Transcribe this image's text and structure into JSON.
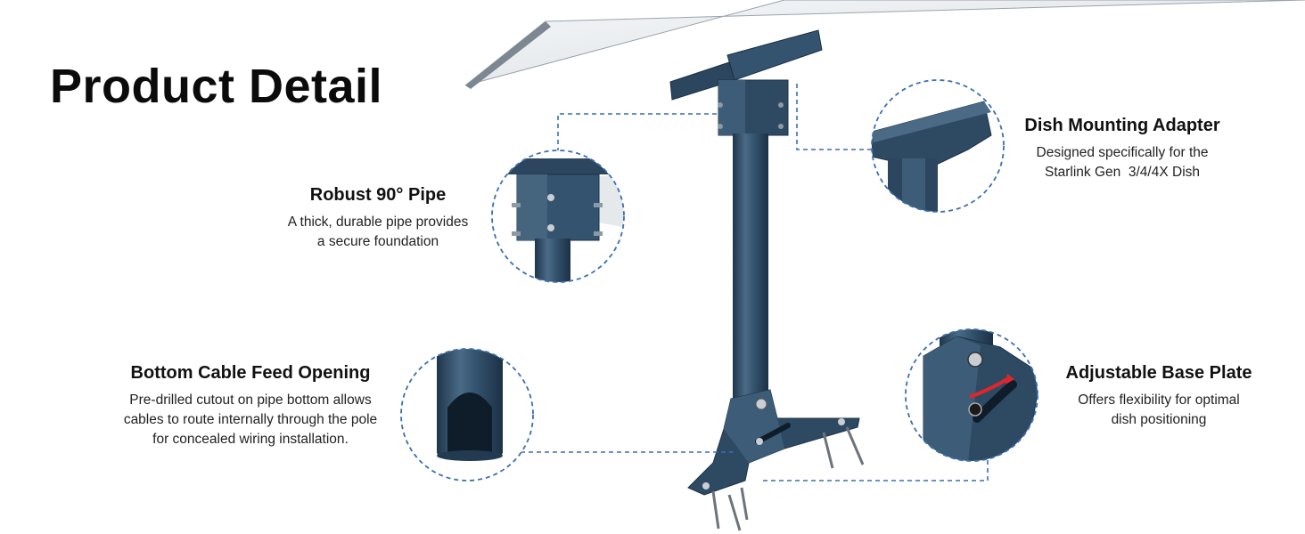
{
  "page": {
    "title": "Product Detail"
  },
  "features": {
    "pipe": {
      "title": "Robust 90° Pipe",
      "lines": [
        "A thick, durable pipe provides",
        "a secure foundation"
      ]
    },
    "dish": {
      "title": "Dish Mounting Adapter",
      "lines": [
        "Designed specifically for the",
        "Starlink Gen  3/4/4X Dish"
      ]
    },
    "cable": {
      "title": "Bottom Cable Feed Opening",
      "lines": [
        "Pre-drilled cutout on pipe bottom allows",
        "cables to route internally through the pole",
        "for concealed wiring installation."
      ]
    },
    "base": {
      "title": "Adjustable Base Plate",
      "lines": [
        "Offers flexibility for optimal",
        "dish positioning"
      ]
    }
  },
  "colors": {
    "metal": "#2e4a63",
    "metal_dark": "#1f364b",
    "metal_light": "#4a6a86",
    "callout": "#3a6fb0",
    "accent_arrow": "#e0262a"
  }
}
